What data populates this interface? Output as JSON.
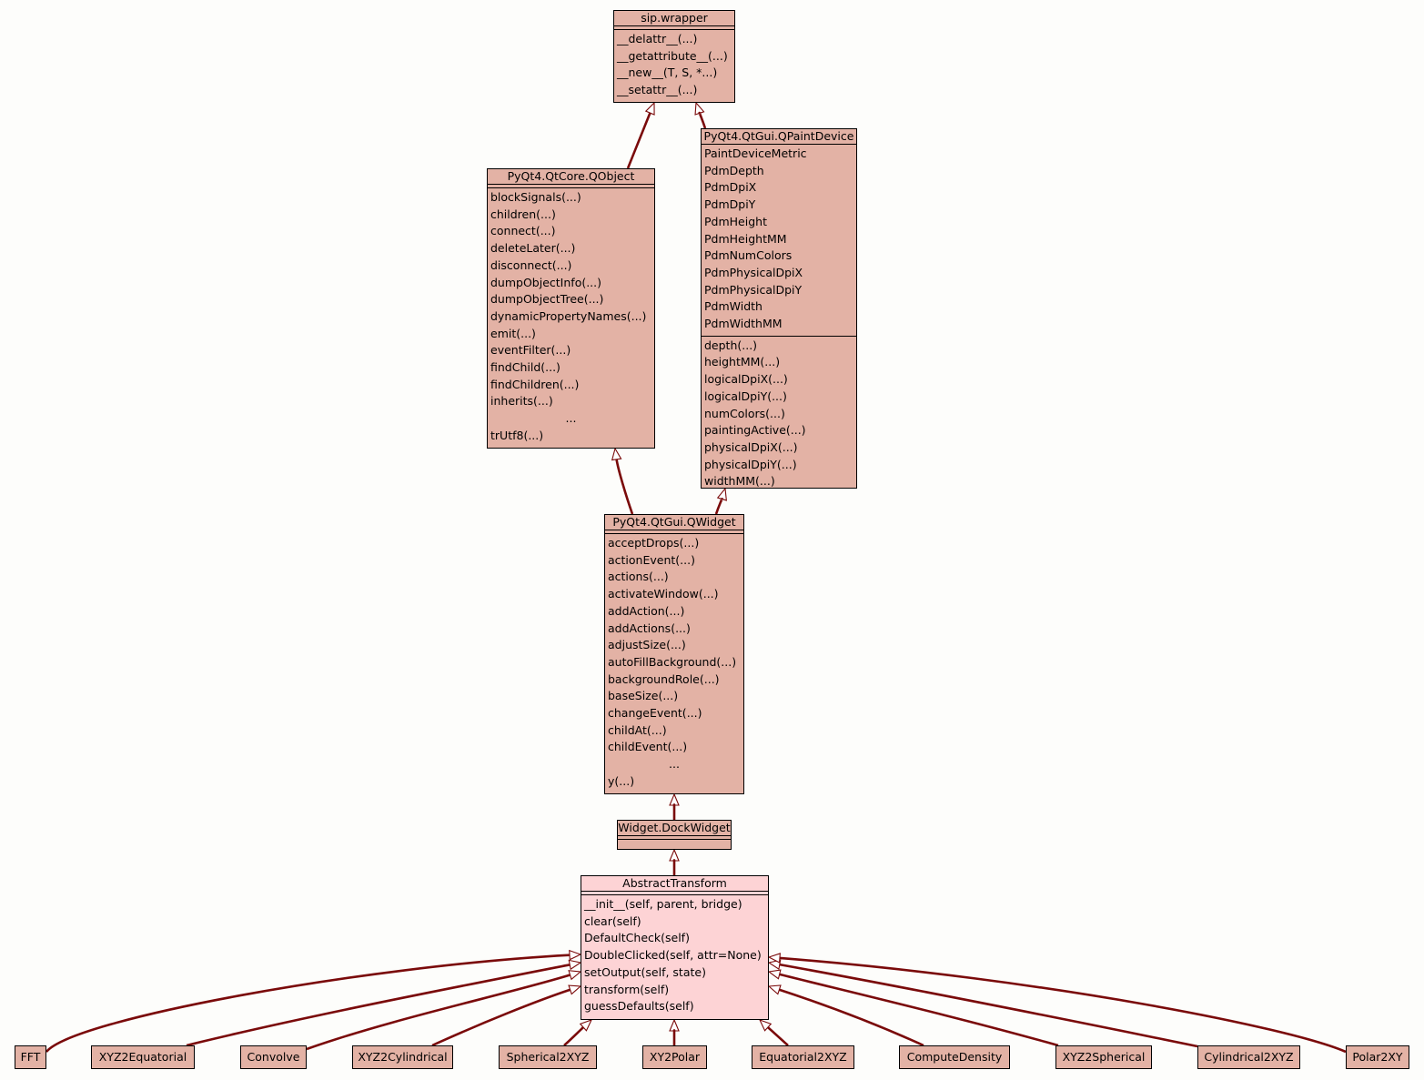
{
  "classes": {
    "sip_wrapper": {
      "name": "sip.wrapper",
      "attributes": [],
      "methods": [
        "__delattr__(...)",
        "__getattribute__(...)",
        "__new__(T, S, *...)",
        "__setattr__(...)"
      ]
    },
    "qobject": {
      "name": "PyQt4.QtCore.QObject",
      "attributes": [],
      "methods": [
        "blockSignals(...)",
        "children(...)",
        "connect(...)",
        "deleteLater(...)",
        "disconnect(...)",
        "dumpObjectInfo(...)",
        "dumpObjectTree(...)",
        "dynamicPropertyNames(...)",
        "emit(...)",
        "eventFilter(...)",
        "findChild(...)",
        "findChildren(...)",
        "inherits(...)",
        "...",
        "trUtf8(...)"
      ]
    },
    "qpaintdevice": {
      "name": "PyQt4.QtGui.QPaintDevice",
      "attributes": [
        "PaintDeviceMetric",
        "PdmDepth",
        "PdmDpiX",
        "PdmDpiY",
        "PdmHeight",
        "PdmHeightMM",
        "PdmNumColors",
        "PdmPhysicalDpiX",
        "PdmPhysicalDpiY",
        "PdmWidth",
        "PdmWidthMM"
      ],
      "methods": [
        "depth(...)",
        "heightMM(...)",
        "logicalDpiX(...)",
        "logicalDpiY(...)",
        "numColors(...)",
        "paintingActive(...)",
        "physicalDpiX(...)",
        "physicalDpiY(...)",
        "widthMM(...)"
      ]
    },
    "qwidget": {
      "name": "PyQt4.QtGui.QWidget",
      "attributes": [],
      "methods": [
        "acceptDrops(...)",
        "actionEvent(...)",
        "actions(...)",
        "activateWindow(...)",
        "addAction(...)",
        "addActions(...)",
        "adjustSize(...)",
        "autoFillBackground(...)",
        "backgroundRole(...)",
        "baseSize(...)",
        "changeEvent(...)",
        "childAt(...)",
        "childEvent(...)",
        "...",
        "y(...)"
      ]
    },
    "dockwidget": {
      "name": "Widget.DockWidget",
      "attributes": [],
      "methods": []
    },
    "abstracttransform": {
      "name": "AbstractTransform",
      "attributes": [],
      "methods": [
        "__init__(self, parent, bridge)",
        "clear(self)",
        "DefaultCheck(self)",
        "DoubleClicked(self, attr=None)",
        "setOutput(self, state)",
        "transform(self)",
        "guessDefaults(self)"
      ]
    }
  },
  "subclasses": [
    "FFT",
    "XYZ2Equatorial",
    "Convolve",
    "XYZ2Cylindrical",
    "Spherical2XYZ",
    "XY2Polar",
    "Equatorial2XYZ",
    "ComputeDensity",
    "XYZ2Spherical",
    "Cylindrical2XYZ",
    "Polar2XY"
  ],
  "colors": {
    "edge": "#7a0a0a",
    "class_fill": "#e3b2a5",
    "focus_fill": "#fdd3d5"
  }
}
